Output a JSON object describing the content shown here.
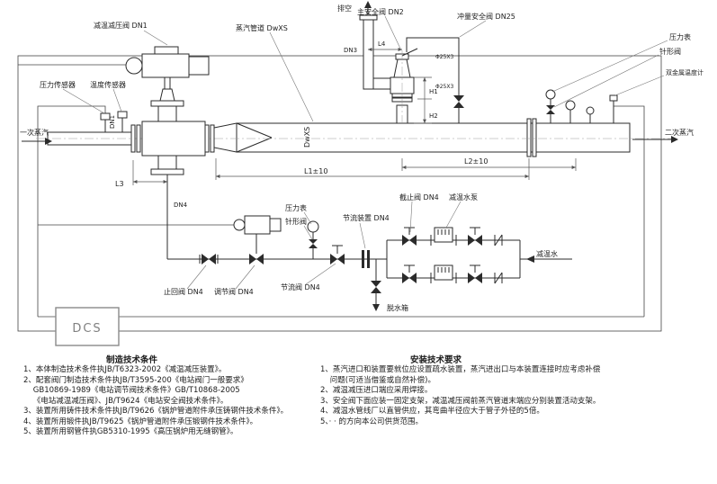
{
  "diagram": {
    "labels": {
      "reducing_valve": "减温减压阀 DN1",
      "steam_pipe": "蒸汽管道 DwXS",
      "main_safety_valve": "主安全阀 DN2",
      "impulse_safety_valve": "冲量安全阀 DN25",
      "vent": "排空",
      "pressure_transmitter": "压力传感器",
      "temperature_transmitter": "温度传感器",
      "primary_steam": "一次蒸汽",
      "secondary_steam": "二次蒸汽",
      "pressure_gauge_right": "压力表",
      "needle_valve_right": "针形阀",
      "bimetal_thermometer": "双金属温度计",
      "dn1": "DN1",
      "dn3": "DN3",
      "dn4": "DN4",
      "dwxs": "DwXS",
      "l1": "L1±10",
      "l2": "L2±10",
      "l3": "L3",
      "l4": "L4",
      "h1": "H1",
      "h2": "H2",
      "phi25_a": "Φ25X3",
      "phi25_b": "Φ25X3",
      "pressure_gauge_mid": "压力表",
      "needle_valve_mid": "针形阀",
      "throttle_device": "节流装置 DN4",
      "stop_valve": "截止阀 DN4",
      "water_pump": "减温水泵",
      "cooling_water": "减温水",
      "check_valve": "止回阀 DN4",
      "control_valve": "调节阀 DN4",
      "throttle_valve": "节流阀 DN4",
      "drain_tank": "脱水箱",
      "dcs": "DCS"
    }
  },
  "notes_left": {
    "title": "制造技术条件",
    "lines": [
      "1、本体制造技术条件执JB/T6323-2002《减温减压装置》。",
      "2、配套阀门制造技术条件执JB/T3595-200《电站阀门一般要求》",
      "    GB10869-1989《电站调节阀技术条件》GB/T10868-2005",
      "    《电站减温减压阀》、JB/T9624《电站安全阀技术条件》。",
      "3、装置所用铸件技术条件执JB/T9626《锅炉管道附件承压铸钢件技术条件》。",
      "4、装置所用锻件执JB/T9625《锅炉管道附件承压锻钢件技术条件》。",
      "5、装置所用钢管件执GB5310-1995《高压锅炉用无缝钢管》。"
    ]
  },
  "notes_right": {
    "title": "安装技术要求",
    "lines": [
      "1、蒸汽进口和装置要就位应设置疏水装置，蒸汽进出口与本装置连接时应考虑补偿",
      "    问题(可适当借鉴或自然补偿)。",
      "2、减温减压进口端应采用焊接。",
      "3、安全阀下面应装一固定支架，减温减压阀前蒸汽管道末端应分别装置活动支架。",
      "4、减温水管线厂以直管供应，其弯曲半径应大于管子外径的5倍。",
      "5、· · 的方向本公司供货范围。"
    ]
  }
}
